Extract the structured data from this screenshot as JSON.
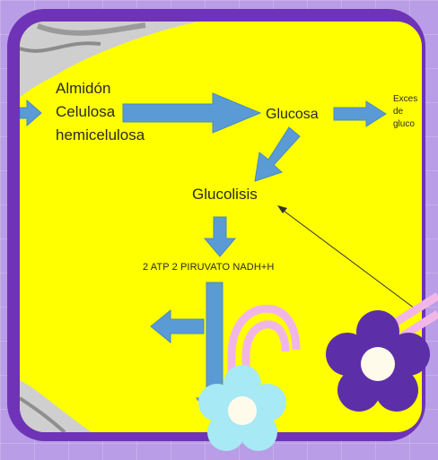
{
  "diagram": {
    "inputs": [
      "Almidón",
      "Celulosa",
      "hemicelulosa"
    ],
    "product": "Glucosa",
    "excess": [
      "Exces",
      "de",
      "gluco"
    ],
    "process": "Glucolisis",
    "outputs": "2 ATP  2 PIRUVATO  NADH+H"
  },
  "colors": {
    "background": "#b99de6",
    "frame": "#6f33b8",
    "slide": "#ffff00",
    "arrow": "#5b9bd5",
    "flower_light": "#a7e9f4",
    "flower_dark": "#5c2fa8",
    "rainbow": "#f2b6e6"
  },
  "decorations": [
    "grid-background",
    "light-blue-flower-icon",
    "purple-flower-icon",
    "pink-arc-icon",
    "paper-corner-icon"
  ]
}
